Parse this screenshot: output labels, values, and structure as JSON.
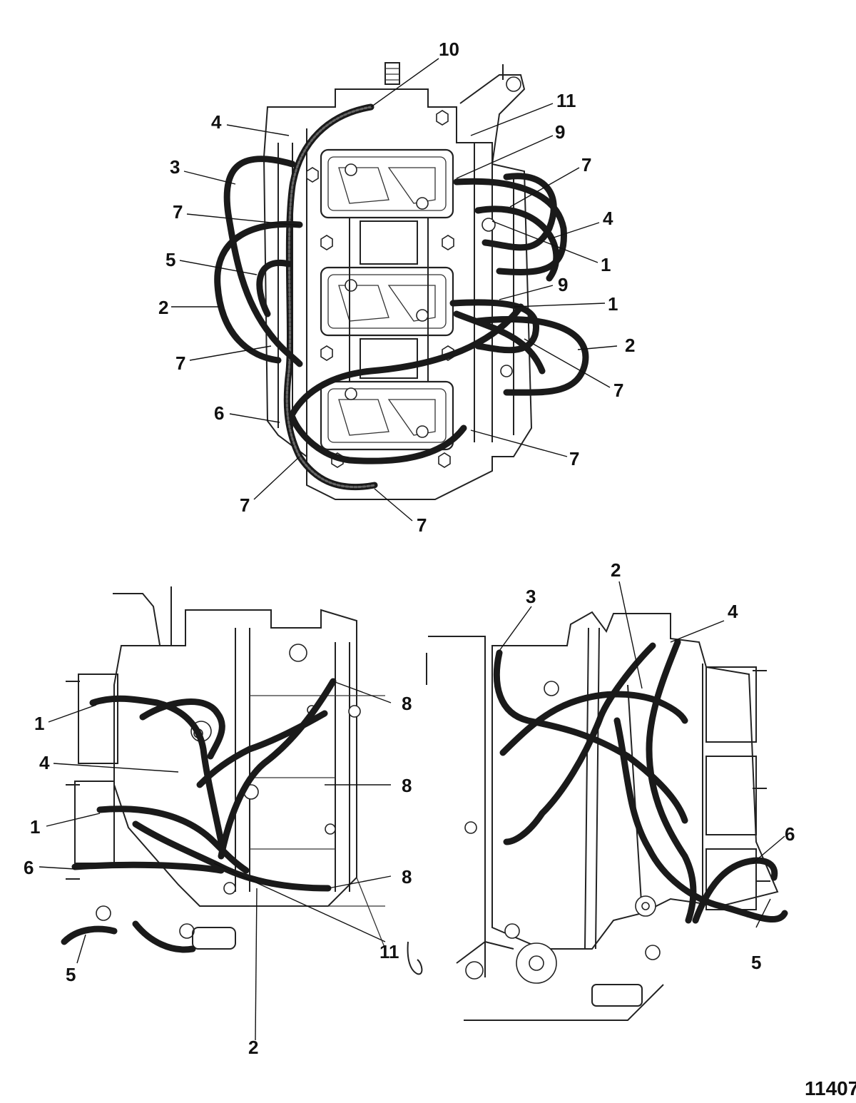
{
  "figure_number": "11407",
  "top_view": {
    "callouts": [
      {
        "id": "t10",
        "text": "10"
      },
      {
        "id": "t11",
        "text": "11"
      },
      {
        "id": "t4a",
        "text": "4"
      },
      {
        "id": "t9a",
        "text": "9"
      },
      {
        "id": "t3",
        "text": "3"
      },
      {
        "id": "t7a",
        "text": "7"
      },
      {
        "id": "t7b",
        "text": "7"
      },
      {
        "id": "t4b",
        "text": "4"
      },
      {
        "id": "t5",
        "text": "5"
      },
      {
        "id": "t1a",
        "text": "1"
      },
      {
        "id": "t9b",
        "text": "9"
      },
      {
        "id": "t2a",
        "text": "2"
      },
      {
        "id": "t1b",
        "text": "1"
      },
      {
        "id": "t7c",
        "text": "7"
      },
      {
        "id": "t2b",
        "text": "2"
      },
      {
        "id": "t7d",
        "text": "7"
      },
      {
        "id": "t6",
        "text": "6"
      },
      {
        "id": "t7e",
        "text": "7"
      },
      {
        "id": "t7f",
        "text": "7"
      },
      {
        "id": "t7g",
        "text": "7"
      }
    ]
  },
  "bottom_left_view": {
    "callouts": [
      {
        "id": "l8a",
        "text": "8"
      },
      {
        "id": "l1a",
        "text": "1"
      },
      {
        "id": "l4",
        "text": "4"
      },
      {
        "id": "l8b",
        "text": "8"
      },
      {
        "id": "l1b",
        "text": "1"
      },
      {
        "id": "l6",
        "text": "6"
      },
      {
        "id": "l8c",
        "text": "8"
      },
      {
        "id": "l11",
        "text": "11"
      },
      {
        "id": "l5",
        "text": "5"
      },
      {
        "id": "l2",
        "text": "2"
      }
    ]
  },
  "bottom_right_view": {
    "callouts": [
      {
        "id": "r2",
        "text": "2"
      },
      {
        "id": "r3",
        "text": "3"
      },
      {
        "id": "r4",
        "text": "4"
      },
      {
        "id": "r6",
        "text": "6"
      },
      {
        "id": "r5",
        "text": "5"
      }
    ]
  }
}
